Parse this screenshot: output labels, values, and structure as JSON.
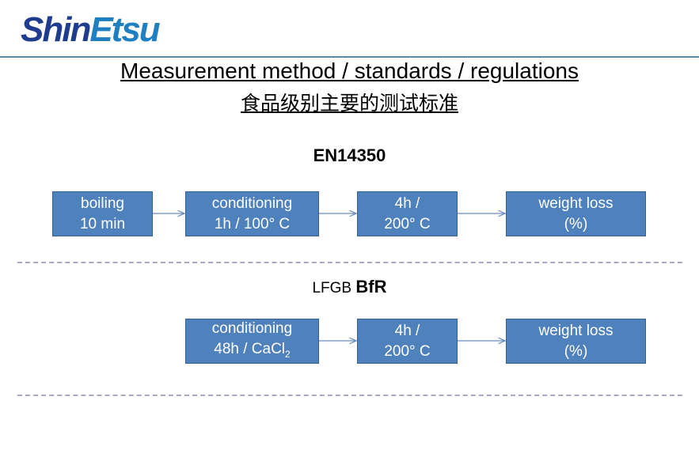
{
  "logo": {
    "part1": "Shin",
    "part2": "Etsu"
  },
  "title": {
    "english": "Measurement method / standards / regulations",
    "chinese": "食品级别主要的测试标准"
  },
  "section1": {
    "title": "EN14350",
    "steps": [
      {
        "line1": "boiling",
        "line2": "10 min"
      },
      {
        "line1": "conditioning",
        "line2": "1h / 100° C"
      },
      {
        "line1": "4h /",
        "line2": "200° C"
      },
      {
        "line1": "weight loss",
        "line2": "(%)"
      }
    ]
  },
  "section2": {
    "title_plain": "LFGB",
    "title_bold": "BfR",
    "steps": [
      {
        "line1": "conditioning",
        "line2": "48h / CaCl",
        "line2_sub": "2"
      },
      {
        "line1": "4h /",
        "line2": "200° C"
      },
      {
        "line1": "weight loss",
        "line2": "(%)"
      }
    ]
  },
  "colors": {
    "box_fill": "#4f81bd",
    "box_border": "#365f91",
    "divider": "#a7a9c6",
    "logo_dark": "#1f3c8f",
    "logo_light": "#1f7fc0"
  }
}
